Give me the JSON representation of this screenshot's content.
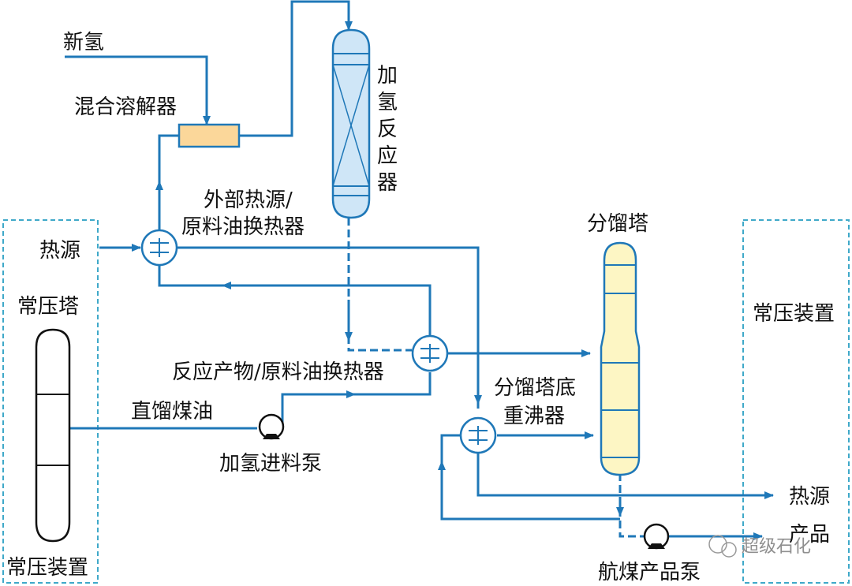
{
  "labels": {
    "new_hydrogen": "新氢",
    "mixer": "混合溶解器",
    "reactor": [
      "加",
      "氢",
      "反",
      "应",
      "器"
    ],
    "external_hx_1": "外部热源/",
    "external_hx_2": "原料油换热器",
    "heat_source_in": "热源",
    "atm_tower": "常压塔",
    "fractionator": "分馏塔",
    "atm_unit_right": "常压装置",
    "product_hx": "反应产物/原料油换热器",
    "kerosene": "直馏煤油",
    "feed_pump": "加氢进料泵",
    "reboiler_1": "分馏塔底",
    "reboiler_2": "重沸器",
    "heat_source_out": "热源",
    "product": "产品",
    "jet_pump": "航煤产品泵",
    "atm_unit_left": "常压装置"
  },
  "watermark": "超级石化",
  "colors": {
    "pipe": "#1f78b8",
    "box_border": "#3fa9c9",
    "reactor_fill": "#cfe6f7",
    "fractionator_fill": "#fdf6c4",
    "mixer_fill": "#fbd79a"
  }
}
